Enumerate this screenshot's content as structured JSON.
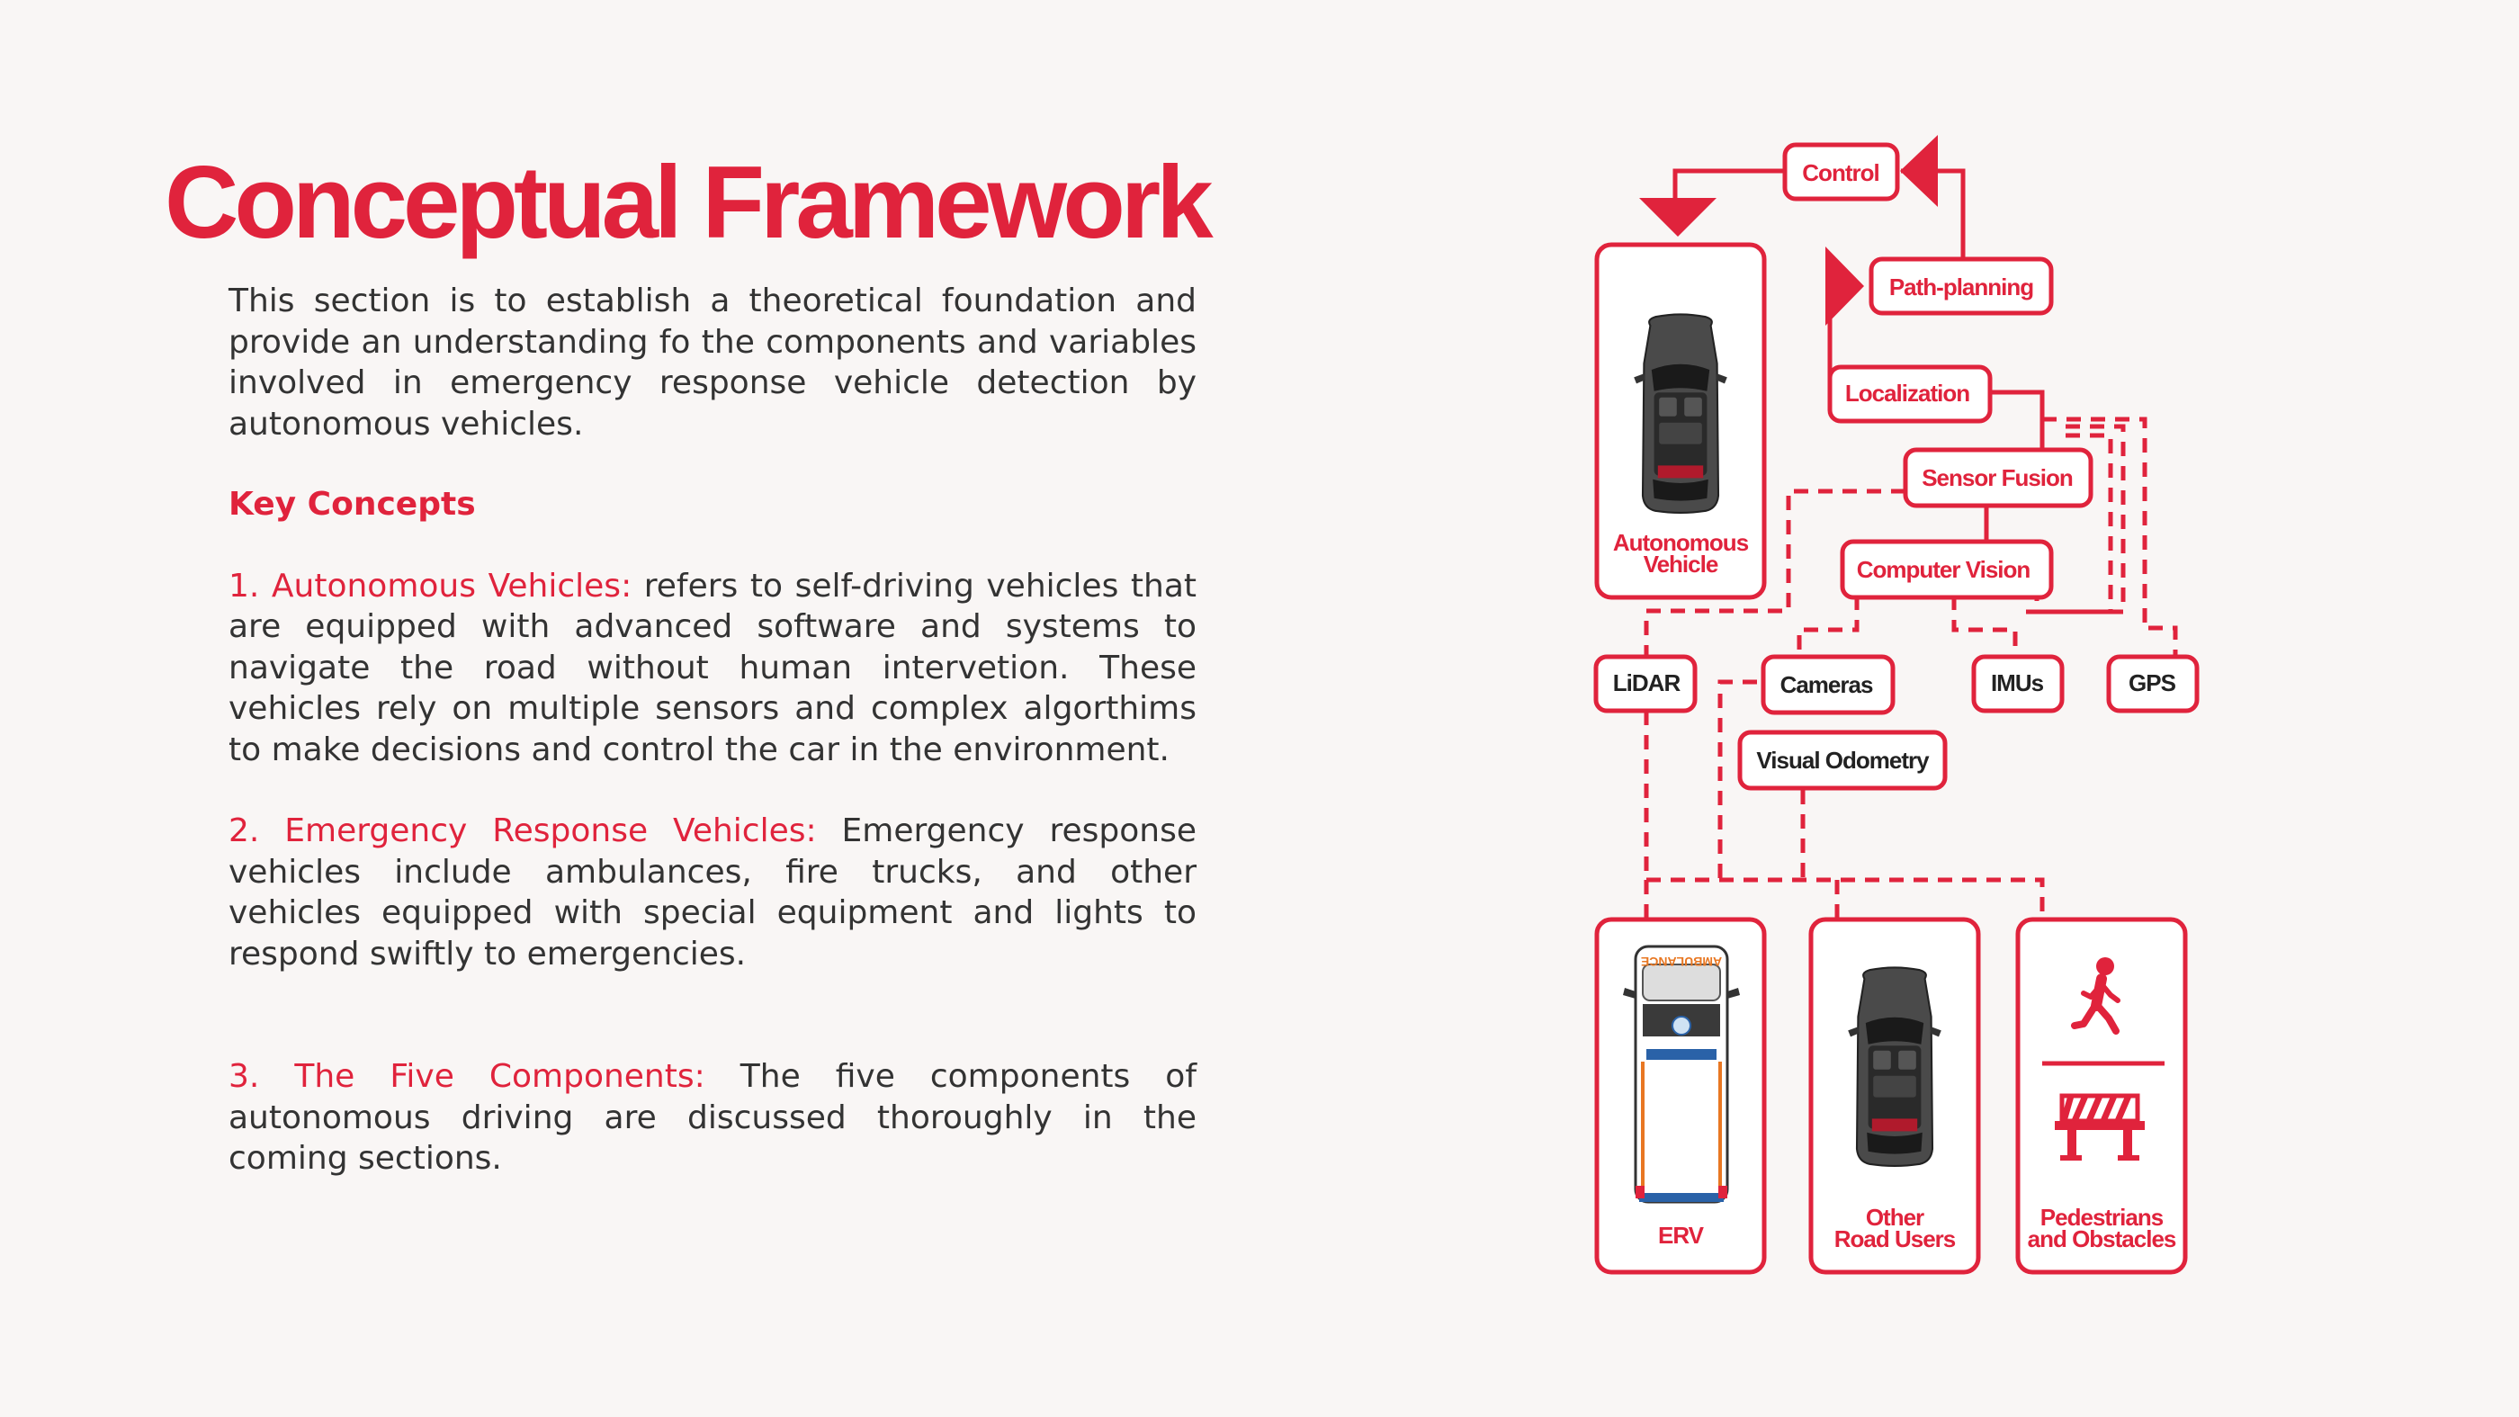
{
  "title": "Conceptual Framework",
  "intro": "This section is to establish a theoretical foundation and provide an understanding fo the components and variables involved in emergency response vehicle detection by autonomous vehicles.",
  "key_concepts_heading": "Key Concepts",
  "concepts": [
    {
      "label": "1. Autonomous Vehicles:",
      "text": " refers to self-driving vehicles that are equipped with advanced software and systems to navigate the road without human intervetion. These vehicles rely on multiple sensors and complex algorthims to make decisions and control the car in the environment."
    },
    {
      "label": "2. Emergency Response Vehicles:",
      "text": " Emergency response vehicles include ambulances, fire trucks, and other vehicles equipped with special equipment and lights to respond swiftly to emergencies."
    },
    {
      "label": "3. The Five Components:",
      "text": "  The five components of autonomous driving are discussed thoroughly in the coming sections."
    }
  ],
  "diagram": {
    "nodes": {
      "control": "Control",
      "path_planning": "Path-planning",
      "localization": "Localization",
      "sensor_fusion": "Sensor Fusion",
      "computer_vision": "Computer Vision",
      "lidar": "LiDAR",
      "cameras": "Cameras",
      "imus": "IMUs",
      "gps": "GPS",
      "visual_odometry": "Visual Odometry"
    },
    "cards": {
      "av_line1": "Autonomous",
      "av_line2": "Vehicle",
      "erv": "ERV",
      "other_line1": "Other",
      "other_line2": "Road Users",
      "ped_line1": "Pedestrians",
      "ped_line2": "and Obstacles"
    },
    "ambulance_text": "AMBULANCE",
    "accent_color": "#e0233c"
  }
}
